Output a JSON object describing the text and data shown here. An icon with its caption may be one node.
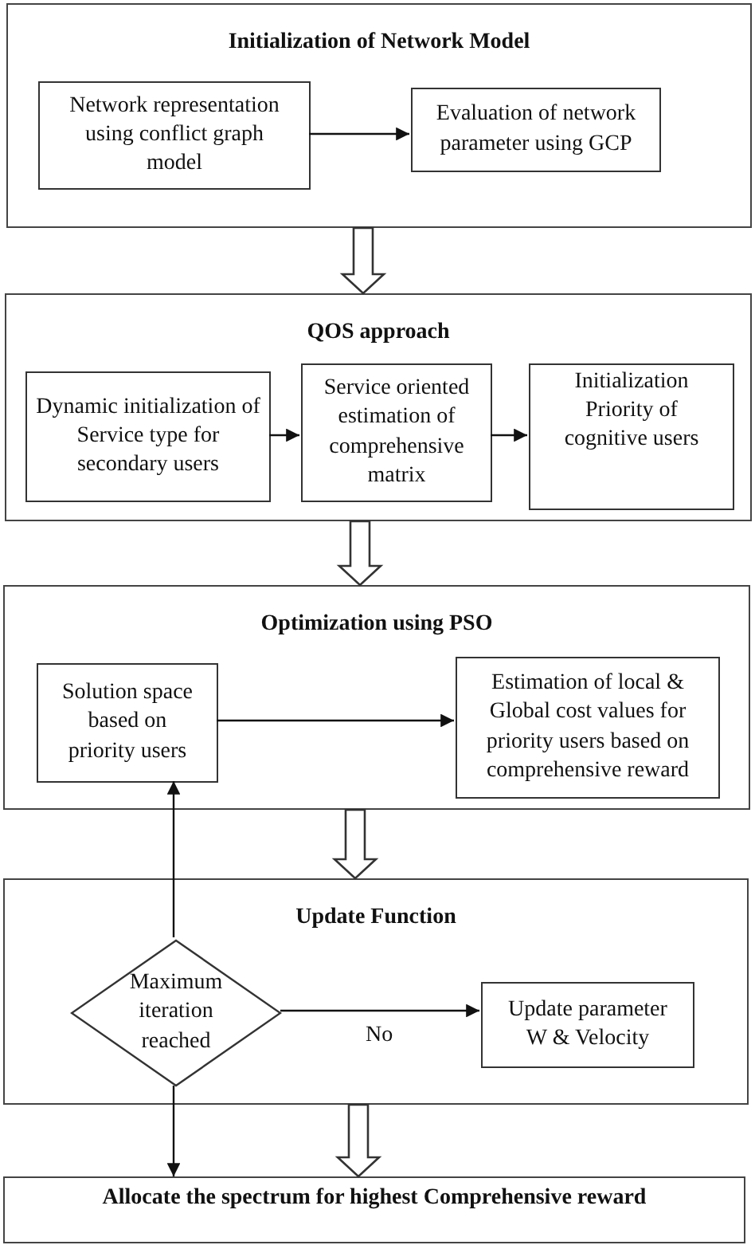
{
  "diagram": {
    "nodes": [
      {
        "text": [
          "Initialization of Network Model"
        ]
      },
      {
        "text": [
          "Network representation using conflict graph model"
        ],
        "in": 0
      },
      {
        "text": [
          "Evaluation of network parameter using GCP"
        ],
        "in": 0
      },
      {
        "text": [
          "QOS approach"
        ]
      },
      {
        "text": [
          "Dynamic initialization of Service type for secondary users"
        ],
        "in": 3
      },
      {
        "text": [
          "Service oriented estimation of comprehensive matrix"
        ],
        "in": 3
      },
      {
        "text": [
          "Initialization Priority of cognitive users"
        ],
        "in": 3
      },
      {
        "text": [
          "Optimization using PSO"
        ]
      },
      {
        "text": [
          "Solution space based on priority users"
        ],
        "in": 7
      },
      {
        "text": [
          "Estimation of local & Global cost values for priority users based on comprehensive reward"
        ],
        "in": 7
      },
      {
        "text": [
          "Update Function"
        ]
      },
      {
        "text": [
          "Maximum iteration reached"
        ],
        "in": 10
      },
      {
        "text": [
          "Update parameter W & Velocity"
        ],
        "in": 10
      },
      {
        "text": [
          "Allocate the spectrum for highest Comprehensive reward"
        ]
      }
    ],
    "edges": [
      {
        "from": 1,
        "to": 2,
        "arrow": "to"
      },
      {
        "from": 0,
        "to": 3,
        "arrow": "to",
        "style": "thick"
      },
      {
        "from": 4,
        "to": 5,
        "arrow": "to"
      },
      {
        "from": 5,
        "to": 6,
        "arrow": "to"
      },
      {
        "from": 3,
        "to": 7,
        "arrow": "to",
        "style": "thick"
      },
      {
        "from": 8,
        "to": 9,
        "arrow": "to"
      },
      {
        "from": 7,
        "to": 10,
        "arrow": "to",
        "style": "thick"
      },
      {
        "from": 11,
        "to": 8,
        "arrow": "to"
      },
      {
        "from": 11,
        "to": 12,
        "label": "No",
        "arrow": "to"
      },
      {
        "from": 11,
        "to": 13,
        "arrow": "to"
      },
      {
        "from": 10,
        "to": 13,
        "arrow": "to",
        "style": "thick"
      }
    ]
  }
}
